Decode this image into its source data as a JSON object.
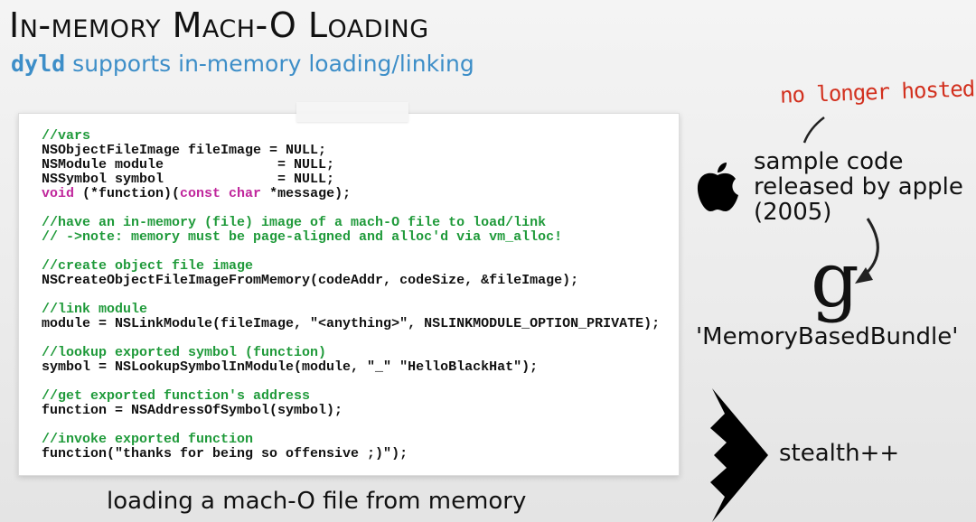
{
  "title": "In-memory Mach-O Loading",
  "subtitle": {
    "mono": "dyld",
    "rest": " supports in-memory loading/linking"
  },
  "code_lines": [
    [
      {
        "t": "//vars",
        "s": "c"
      }
    ],
    [
      {
        "t": "NSObjectFileImage fileImage = NULL;",
        "s": "n"
      }
    ],
    [
      {
        "t": "NSModule module              = NULL;",
        "s": "n"
      }
    ],
    [
      {
        "t": "NSSymbol symbol              = NULL;",
        "s": "n"
      }
    ],
    [
      {
        "t": "void",
        "s": "k"
      },
      {
        "t": " (*function)(",
        "s": "n"
      },
      {
        "t": "const char",
        "s": "k"
      },
      {
        "t": " *message);",
        "s": "n"
      }
    ],
    [],
    [
      {
        "t": "//have an in-memory (file) image of a mach-O file to load/link",
        "s": "c"
      }
    ],
    [
      {
        "t": "// ->note: memory must be page-aligned and alloc'd via vm_alloc!",
        "s": "c"
      }
    ],
    [],
    [
      {
        "t": "//create object file image",
        "s": "c"
      }
    ],
    [
      {
        "t": "NSCreateObjectFileImageFromMemory(codeAddr, codeSize, &fileImage);",
        "s": "n"
      }
    ],
    [],
    [
      {
        "t": "//link module",
        "s": "c"
      }
    ],
    [
      {
        "t": "module = NSLinkModule(fileImage, \"<anything>\", NSLINKMODULE_OPTION_PRIVATE);",
        "s": "n"
      }
    ],
    [],
    [
      {
        "t": "//lookup exported symbol (function)",
        "s": "c"
      }
    ],
    [
      {
        "t": "symbol = NSLookupSymbolInModule(module, \"_\" \"HelloBlackHat\");",
        "s": "n"
      }
    ],
    [],
    [
      {
        "t": "//get exported function's address",
        "s": "c"
      }
    ],
    [
      {
        "t": "function = NSAddressOfSymbol(symbol);",
        "s": "n"
      }
    ],
    [],
    [
      {
        "t": "//invoke exported function",
        "s": "c"
      }
    ],
    [
      {
        "t": "function(\"thanks for being so offensive ;)\");",
        "s": "n"
      }
    ]
  ],
  "caption": "loading a mach-O file from memory",
  "right": {
    "note": "no longer hosted",
    "sample_lines": [
      "sample code",
      "released by apple",
      "(2005)"
    ],
    "g_logo": "g",
    "bundle": "'MemoryBasedBundle'",
    "stealth": "stealth++"
  },
  "colors": {
    "accent": "#3d8ec8",
    "comment": "#1f9a3a",
    "keyword": "#c0279c",
    "note": "#d2301e"
  }
}
